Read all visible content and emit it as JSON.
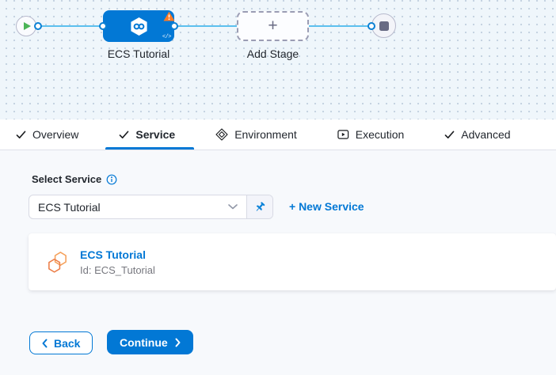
{
  "pipeline_canvas": {
    "stage": {
      "label": "ECS Tutorial",
      "code_badge": "</>"
    },
    "add_stage": {
      "label": "Add Stage",
      "plus_glyph": "+"
    }
  },
  "tabs": [
    {
      "label": "Overview",
      "icon": "check-icon",
      "active": false
    },
    {
      "label": "Service",
      "icon": "check-icon",
      "active": true
    },
    {
      "label": "Environment",
      "icon": "environment-icon",
      "active": false
    },
    {
      "label": "Execution",
      "icon": "execution-icon",
      "active": false
    },
    {
      "label": "Advanced",
      "icon": "check-icon",
      "active": false
    }
  ],
  "service_panel": {
    "select_label": "Select Service",
    "dropdown_value": "ECS Tutorial",
    "new_service_label": "+ New Service",
    "card": {
      "title": "ECS Tutorial",
      "id_text": "Id: ECS_Tutorial"
    }
  },
  "footer": {
    "back_label": "Back",
    "continue_label": "Continue"
  },
  "colors": {
    "accent_blue": "#0278d5",
    "connector_blue": "#5cc0ee",
    "warning_orange": "#ff7b26",
    "success_green": "#4bb457",
    "end_node_gray": "#686b84",
    "service_icon_orange": "#ec7d47"
  }
}
